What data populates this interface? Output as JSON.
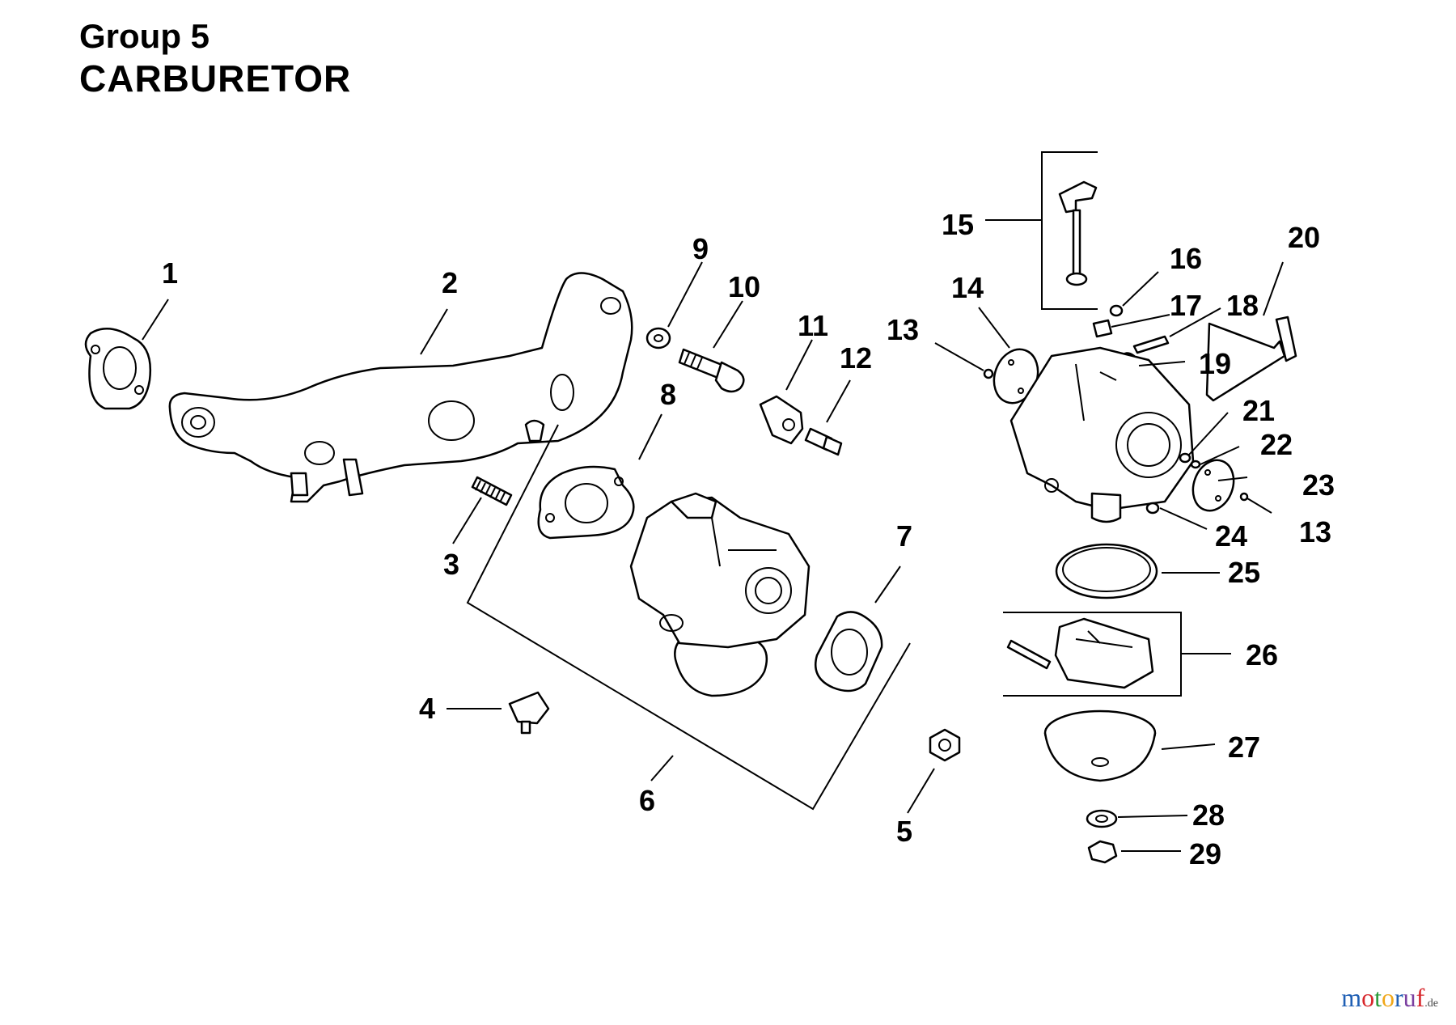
{
  "header": {
    "group": "Group 5",
    "title": "CARBURETOR"
  },
  "callouts": [
    "1",
    "2",
    "3",
    "4",
    "5",
    "6",
    "7",
    "8",
    "9",
    "10",
    "11",
    "12",
    "13",
    "14",
    "15",
    "16",
    "17",
    "18",
    "19",
    "20",
    "21",
    "22",
    "23",
    "13",
    "24",
    "25",
    "26",
    "27",
    "28",
    "29"
  ],
  "watermark": {
    "name": "motoruf",
    "suffix": ".de",
    "letter_colors": [
      "#1f5fb4",
      "#d7262b",
      "#2c9a3a",
      "#f0a81a",
      "#1f5fb4",
      "#7a3fa0",
      "#d7262b"
    ]
  }
}
